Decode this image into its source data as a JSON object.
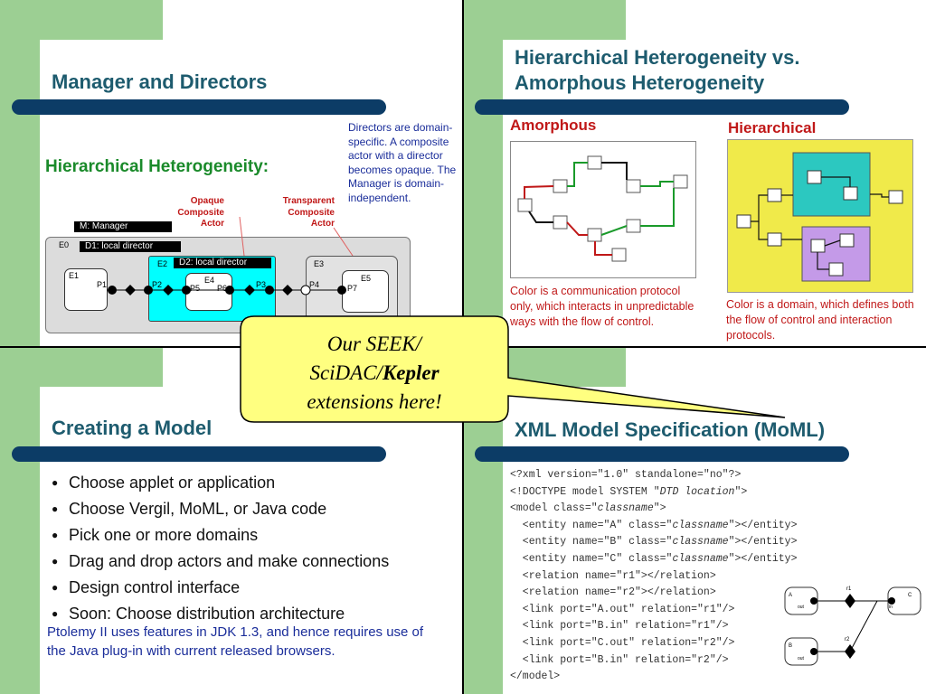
{
  "q1": {
    "title": "Manager and Directors",
    "subtitle": "Hierarchical Heterogeneity:",
    "note": "Directors are domain-specific. A composite actor with a director becomes opaque. The Manager is domain-independent.",
    "opaque_label": [
      "Opaque",
      "Composite",
      "Actor"
    ],
    "transparent_label": [
      "Transparent",
      "Composite",
      "Actor"
    ],
    "manager": "M: Manager",
    "d1": "D1: local director",
    "d2": "D2: local director",
    "e0": "E0",
    "e1": "E1",
    "e2": "E2",
    "e3": "E3",
    "e4": "E4",
    "e5": "E5",
    "p1": "P1",
    "p2": "P2",
    "p3": "P3",
    "p4": "P4",
    "p5": "P5",
    "p6": "P6",
    "p7": "P7"
  },
  "q2": {
    "title_line1": "Hierarchical Heterogeneity vs.",
    "title_line2": "Amorphous Heterogeneity",
    "amorphous": "Amorphous",
    "hierarchical": "Hierarchical",
    "amorphous_caption": "Color is a communication protocol only, which interacts in unpredictable ways with the flow of control.",
    "hierarchical_caption": "Color is a domain, which defines both the flow of control and interaction protocols."
  },
  "q3": {
    "title": "Creating a Model",
    "bullets": [
      "Choose applet or application",
      "Choose Vergil, MoML, or Java code",
      "Pick one or more domains",
      "Drag and drop actors and make connections",
      "Design control interface",
      "Soon: Choose distribution architecture"
    ],
    "footer": "Ptolemy II uses features in JDK 1.3, and hence requires use of the Java plug-in with current released browsers."
  },
  "q4": {
    "title": "XML Model Specification (MoML)",
    "xml_lines": [
      "<?xml version=\"1.0\" standalone=\"no\"?>",
      "<!DOCTYPE model SYSTEM \"DTD location\">",
      "<model class=\"classname\">",
      "  <entity name=\"A\" class=\"classname\"></entity>",
      "  <entity name=\"B\" class=\"classname\"></entity>",
      "  <entity name=\"C\" class=\"classname\"></entity>",
      "  <relation name=\"r1\"></relation>",
      "  <relation name=\"r2\"></relation>",
      "  <link port=\"A.out\" relation=\"r1\"/>",
      "  <link port=\"B.in\" relation=\"r1\"/>",
      "  <link port=\"C.out\" relation=\"r2\"/>",
      "  <link port=\"B.in\" relation=\"r2\"/>",
      "</model>"
    ],
    "diagram": {
      "a": "A",
      "b": "B",
      "c": "C",
      "r1": "r1",
      "r2": "r2",
      "out": "out",
      "in": "in"
    }
  },
  "callout": {
    "line1": "Our SEEK/",
    "line2_plain": "SciDAC/",
    "line2_bold": "Kepler",
    "line3": "extensions here!"
  },
  "colors": {
    "green_frame": "#9ccf93",
    "title_teal": "#1d5b6e",
    "bar_navy": "#0c3c66",
    "red": "#c01818",
    "blue_text": "#1a2d9a",
    "callout_yellow": "#ffff80"
  }
}
